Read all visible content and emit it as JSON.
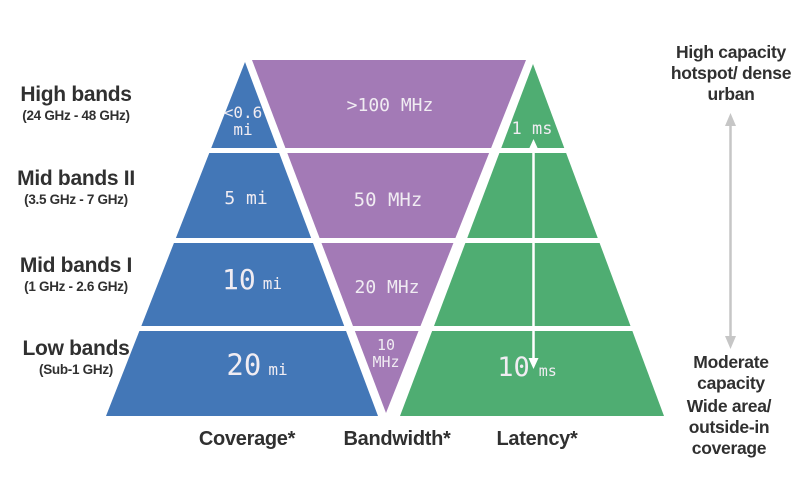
{
  "bands": [
    {
      "name": "High bands",
      "range": "(24 GHz - 48 GHz)"
    },
    {
      "name": "Mid bands II",
      "range": "(3.5 GHz - 7 GHz)"
    },
    {
      "name": "Mid bands I",
      "range": "(1 GHz - 2.6 GHz)"
    },
    {
      "name": "Low bands",
      "range": "(Sub-1 GHz)"
    }
  ],
  "pyramid": {
    "coverage": {
      "label": "Coverage*",
      "color": "#4377b7",
      "high_value": "<0.6",
      "high_unit": "mi",
      "mid2_value": "5 mi",
      "mid1_value": "10",
      "mid1_unit": "mi",
      "low_value": "20",
      "low_unit": "mi"
    },
    "bandwidth": {
      "label": "Bandwidth*",
      "color": "#a37ab6",
      "high_value": ">100 MHz",
      "mid2_value": "50 MHz",
      "mid1_value": "20 MHz",
      "low_value": "10",
      "low_unit": "MHz"
    },
    "latency": {
      "label": "Latency*",
      "color": "#4fad72",
      "high_value": "1 ms",
      "low_value": "10",
      "low_unit": "ms"
    }
  },
  "annotations": {
    "top_right_lines": [
      "High capacity",
      "hotspot/ dense",
      "urban"
    ],
    "bottom_right_1_lines": [
      "Moderate",
      "capacity"
    ],
    "bottom_right_2_lines": [
      "Wide area/",
      "outside-in",
      "coverage"
    ]
  },
  "icons": {
    "latency_range_arrow": "vertical-double-arrow",
    "capacity_range_arrow": "vertical-double-arrow"
  },
  "colors": {
    "separator": "#ffffff",
    "latency_arrow": "#ffffff",
    "capacity_arrow": "#c6c6c6",
    "label_text": "#303030",
    "triangle_text": "#f0ecf2"
  }
}
